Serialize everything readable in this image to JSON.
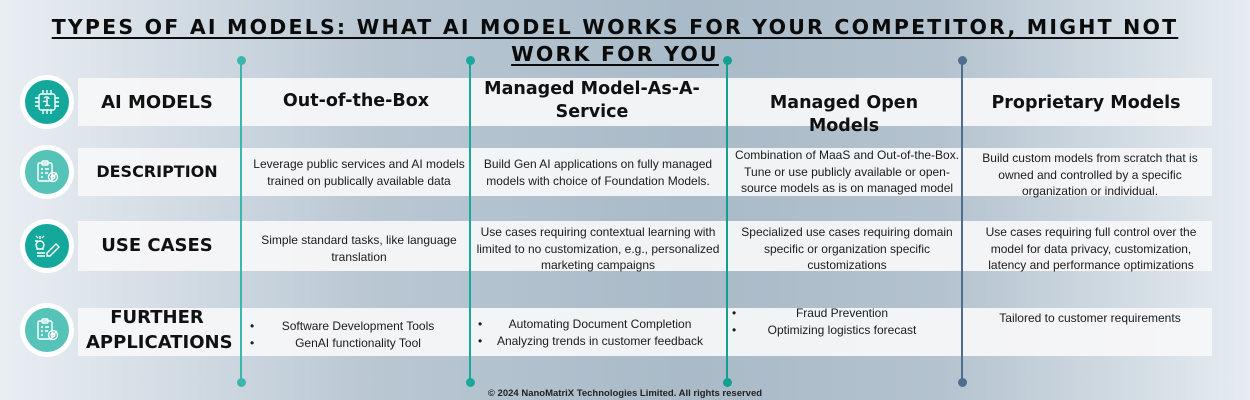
{
  "title": "TYPES OF AI MODELS: WHAT AI MODEL WORKS FOR YOUR COMPETITOR, MIGHT NOT WORK FOR YOU",
  "rows": {
    "models": {
      "label": "AI MODELS",
      "icon": "brain-chip-icon"
    },
    "description": {
      "label": "DESCRIPTION",
      "icon": "clipboard-target-icon"
    },
    "use_cases": {
      "label": "USE CASES",
      "icon": "lightbulb-pencil-icon"
    },
    "further": {
      "label": "FURTHER APPLICATIONS",
      "icon": "clipboard-target-icon"
    }
  },
  "columns": [
    {
      "name": "Out-of-the-Box",
      "line_color": "#3bb6ad",
      "description": "Leverage public services and AI models trained on publically available data",
      "use_cases": "Simple standard tasks, like language translation",
      "applications": [
        "Software Development Tools",
        "GenAI functionality Tool"
      ]
    },
    {
      "name": "Managed Model-As-A-Service",
      "line_color": "#1aa89b",
      "description": "Build Gen AI applications on fully managed models with choice of Foundation Models.",
      "use_cases": "Use cases requiring contextual learning with limited to no customization, e.g., personalized marketing campaigns",
      "applications": [
        "Automating Document Completion",
        "Analyzing trends in customer feedback"
      ]
    },
    {
      "name": "Managed Open Models",
      "line_color": "#12a08f",
      "description": "Combination of MaaS and Out-of-the-Box. Tune or use publicly available or open-source models as is on managed model",
      "use_cases": "Specialized use cases requiring domain specific or organization specific customizations",
      "applications": [
        "Fraud Prevention",
        "Optimizing logistics forecast"
      ]
    },
    {
      "name": "Proprietary Models",
      "line_color": "#4f6e8f",
      "description": "Build custom models from scratch that is owned and controlled by a specific organization or individual.",
      "use_cases": "Use cases requiring full control over the model for data privacy, customization, latency and performance optimizations",
      "applications_text": "Tailored to customer requirements"
    }
  ],
  "bullet": "•",
  "footer": "© 2024 NanoMatriX Technologies Limited. All rights reserved",
  "colors": {
    "teal_dark": "#14a89c",
    "teal_light": "#55c3b8",
    "slate": "#4f6e8f"
  }
}
